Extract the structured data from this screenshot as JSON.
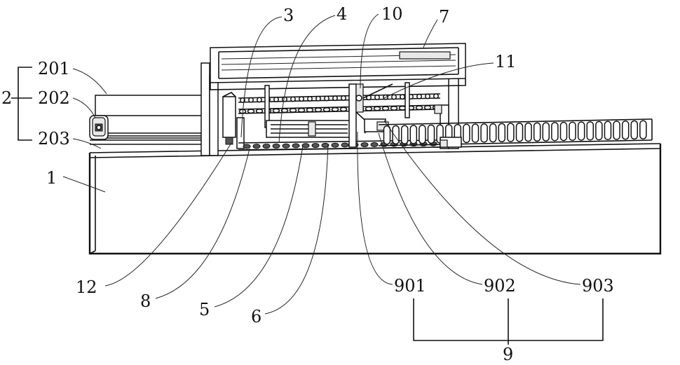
{
  "labels": {
    "l201": "201",
    "l202": "202",
    "l203": "203",
    "l2": "2",
    "l1": "1",
    "l3": "3",
    "l4": "4",
    "l10": "10",
    "l7": "7",
    "l11": "11",
    "l12": "12",
    "l8": "8",
    "l5": "5",
    "l6": "6",
    "l901": "901",
    "l902": "902",
    "l903": "903",
    "l9": "9"
  }
}
